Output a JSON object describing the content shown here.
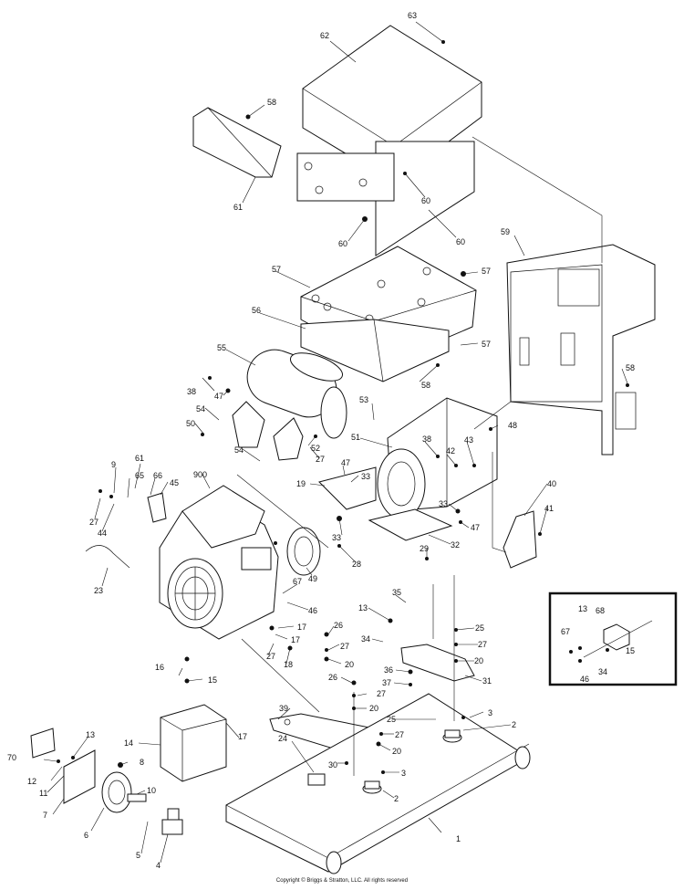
{
  "callouts": {
    "c1": "1",
    "c2a": "2",
    "c2b": "2",
    "c3a": "3",
    "c3b": "3",
    "c4": "4",
    "c5": "5",
    "c6": "6",
    "c7": "7",
    "c8": "8",
    "c9": "9",
    "c10": "10",
    "c11": "11",
    "c12": "12",
    "c13a": "13",
    "c13b": "13",
    "c13c": "13",
    "c14": "14",
    "c15a": "15",
    "c15b": "15",
    "c16": "16",
    "c17a": "17",
    "c17b": "17",
    "c18": "18",
    "c19": "19",
    "c20a": "20",
    "c20b": "20",
    "c20c": "20",
    "c20d": "20",
    "c23": "23",
    "c24": "24",
    "c25a": "25",
    "c25b": "25",
    "c26a": "26",
    "c26b": "26",
    "c27a": "27",
    "c27b": "27",
    "c27c": "27",
    "c27d": "27",
    "c27e": "27",
    "c27f": "27",
    "c27g": "27",
    "c28": "28",
    "c29": "29",
    "c30": "30",
    "c31": "31",
    "c32": "32",
    "c33a": "33",
    "c33b": "33",
    "c33c": "33",
    "c34a": "34",
    "c34b": "34",
    "c35": "35",
    "c36": "36",
    "c37": "37",
    "c38a": "38",
    "c38b": "38",
    "c39": "39",
    "c40": "40",
    "c41": "41",
    "c42": "42",
    "c43": "43",
    "c44": "44",
    "c45": "45",
    "c46a": "46",
    "c46b": "46",
    "c47a": "47",
    "c47b": "47",
    "c47c": "47",
    "c48": "48",
    "c49": "49",
    "c50": "50",
    "c51": "51",
    "c52": "52",
    "c53": "53",
    "c54a": "54",
    "c54b": "54",
    "c55": "55",
    "c56": "56",
    "c57a": "57",
    "c57b": "57",
    "c57c": "57",
    "c58a": "58",
    "c58b": "58",
    "c58c": "58",
    "c59": "59",
    "c60a": "60",
    "c60b": "60",
    "c60c": "60",
    "c61a": "61",
    "c61b": "61",
    "c62": "62",
    "c63": "63",
    "c65": "65",
    "c66": "66",
    "c67a": "67",
    "c67b": "67",
    "c68": "68",
    "c70": "70",
    "c900": "900"
  },
  "footer": {
    "copyright": "Copyright © Briggs & Stratton, LLC. All rights reserved"
  }
}
